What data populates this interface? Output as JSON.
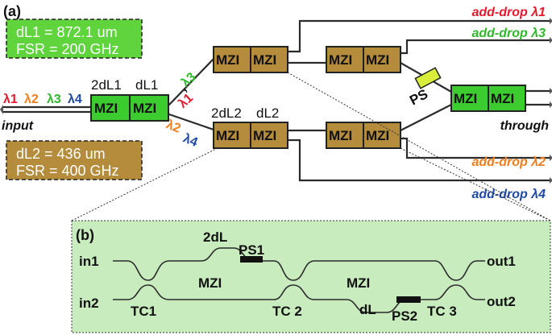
{
  "colors": {
    "red": "#e8192c",
    "orange": "#f07e1d",
    "green": "#2fb82a",
    "blue": "#1f4aa8",
    "gold": "#b48c3c",
    "mzi_green": "#3dcc2f",
    "ps_yellow": "#d8ee3a",
    "panel_bg": "#c8ecbe"
  },
  "panel_a": {
    "label": "(a)",
    "box1": {
      "line1": "dL1 = 872.1 um",
      "line2": "FSR = 200 GHz"
    },
    "box2": {
      "line1": "dL2 = 436 um",
      "line2": "FSR = 400 GHz"
    },
    "mzi_label": "MZI",
    "stage1_labels": {
      "a": "2dL1",
      "b": "dL1"
    },
    "stage2_labels": {
      "a": "2dL2",
      "b": "dL2"
    },
    "input_wavelengths": [
      "λ1",
      "λ2",
      "λ3",
      "λ4"
    ],
    "input_label": "input",
    "upper_branch": [
      "λ1",
      ",",
      "λ3"
    ],
    "lower_branch": [
      "λ2",
      " ",
      "λ4"
    ],
    "ps_label": "PS",
    "through_label": "through",
    "outputs": {
      "l1": "add-drop λ1",
      "l3": "add-drop λ3",
      "l2": "add-drop λ2",
      "l4": "add-drop λ4"
    }
  },
  "panel_b": {
    "label": "(b)",
    "in1": "in1",
    "in2": "in2",
    "out1": "out1",
    "out2": "out2",
    "tc1": "TC1",
    "tc2": "TC 2",
    "tc3": "TC 3",
    "mzi1": "MZI",
    "mzi2": "MZI",
    "arm_2dl": "2dL",
    "arm_dl": "dL",
    "ps1": "PS1",
    "ps2": "PS2"
  }
}
